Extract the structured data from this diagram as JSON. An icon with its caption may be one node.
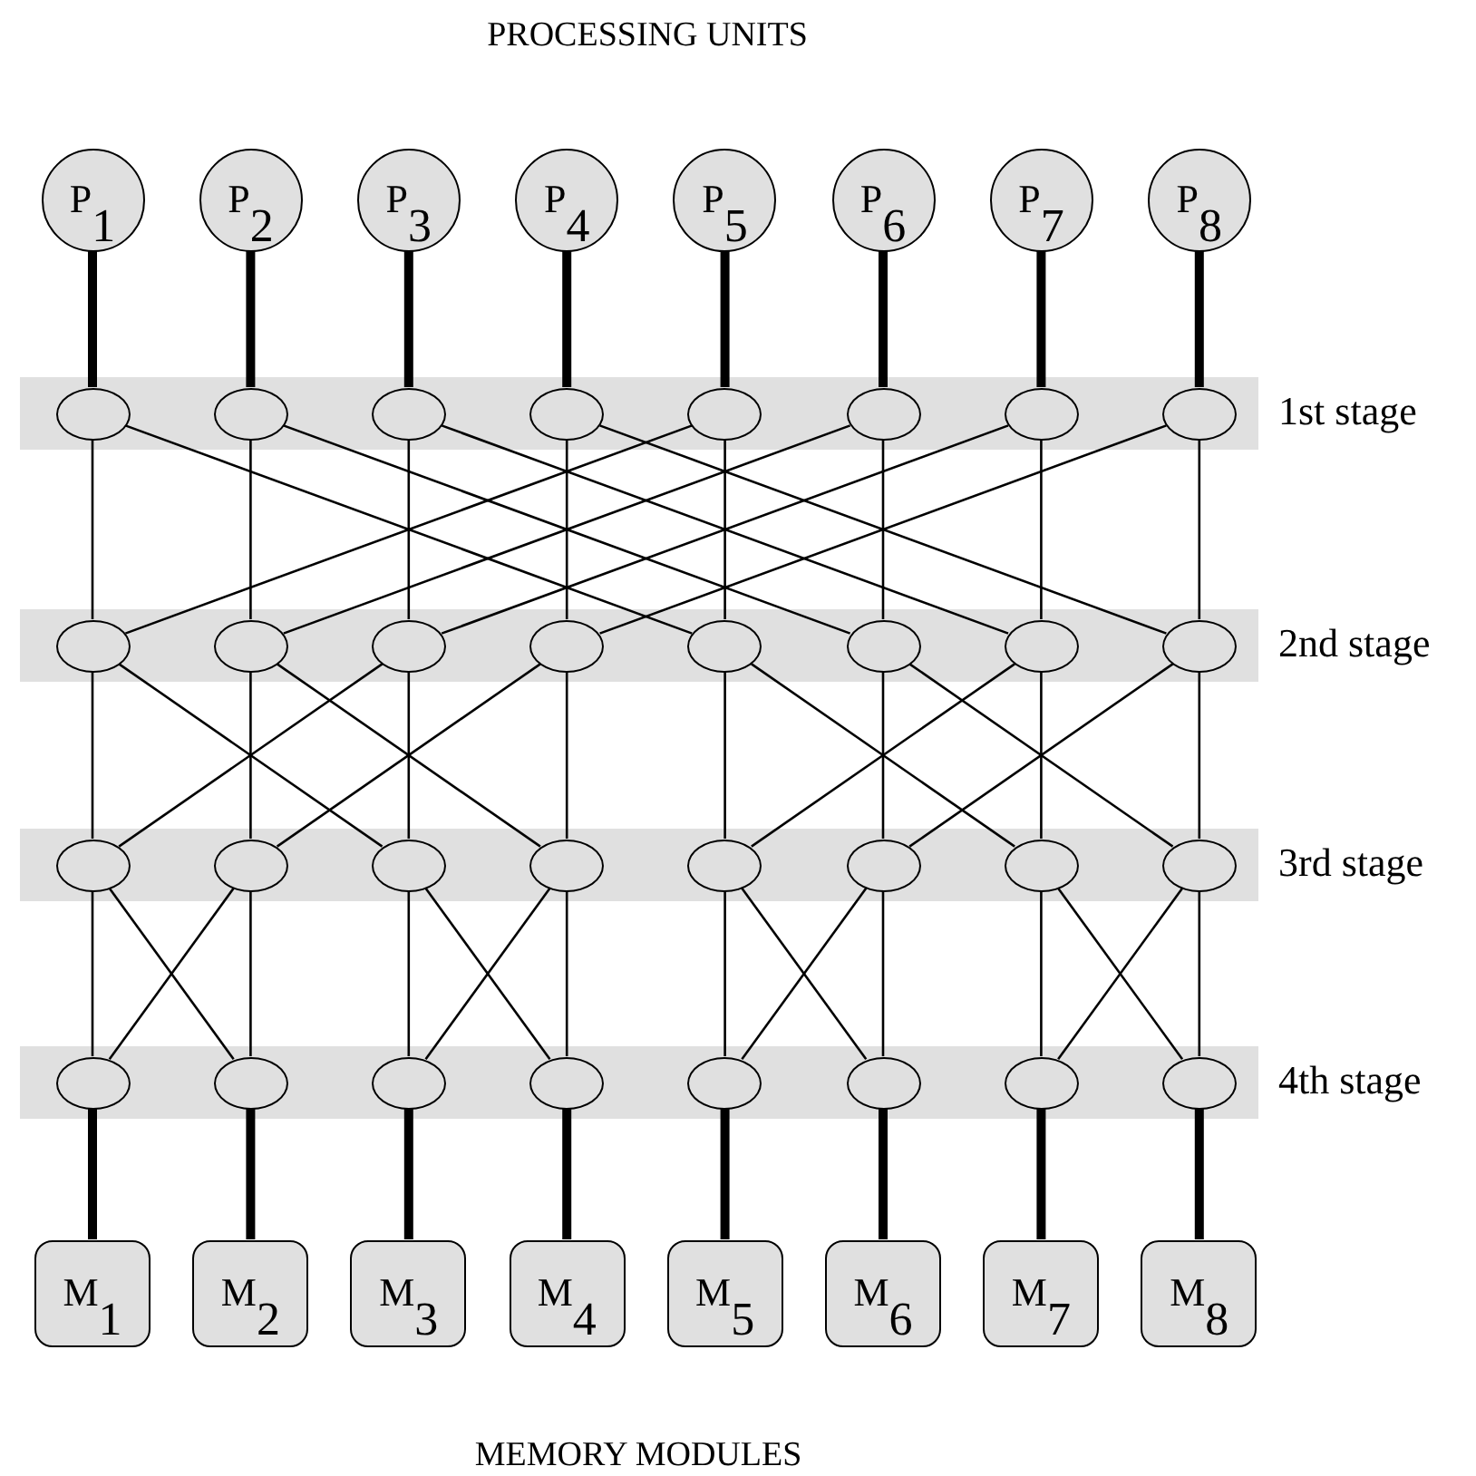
{
  "diagram": {
    "title": "PROCESSING UNITS",
    "caption": "MEMORY MODULES",
    "nodes": [
      {
        "text": [
          "P$_{1}$"
        ]
      },
      {
        "text": [
          "P$_{2}$"
        ]
      },
      {
        "text": [
          "P$_{3}$"
        ]
      },
      {
        "text": [
          "P$_{4}$"
        ]
      },
      {
        "text": [
          "P$_{5}$"
        ]
      },
      {
        "text": [
          "P$_{6}$"
        ]
      },
      {
        "text": [
          "P$_{7}$"
        ]
      },
      {
        "text": [
          "P$_{8}$"
        ]
      },
      {
        "text": [
          "1st stage"
        ]
      },
      {
        "text": [],
        "shape": "circle",
        "in": 8
      },
      {
        "text": [],
        "shape": "circle",
        "in": 8
      },
      {
        "text": [],
        "shape": "circle",
        "in": 8
      },
      {
        "text": [],
        "shape": "circle",
        "in": 8
      },
      {
        "text": [],
        "shape": "circle",
        "in": 8
      },
      {
        "text": [],
        "shape": "circle",
        "in": 8
      },
      {
        "text": [],
        "shape": "circle",
        "in": 8
      },
      {
        "text": [],
        "shape": "circle",
        "in": 8
      },
      {
        "text": [
          "2nd stage"
        ]
      },
      {
        "text": [],
        "shape": "circle",
        "in": 17
      },
      {
        "text": [],
        "shape": "circle",
        "in": 17
      },
      {
        "text": [],
        "shape": "circle",
        "in": 17
      },
      {
        "text": [],
        "shape": "circle",
        "in": 17
      },
      {
        "text": [],
        "shape": "circle",
        "in": 17
      },
      {
        "text": [],
        "shape": "circle",
        "in": 17
      },
      {
        "text": [],
        "shape": "circle",
        "in": 17
      },
      {
        "text": [],
        "shape": "circle",
        "in": 17
      },
      {
        "text": [
          "3rd stage"
        ]
      },
      {
        "text": [],
        "shape": "circle",
        "in": 26
      },
      {
        "text": [],
        "shape": "circle",
        "in": 26
      },
      {
        "text": [],
        "shape": "circle",
        "in": 26
      },
      {
        "text": [],
        "shape": "circle",
        "in": 26
      },
      {
        "text": [],
        "shape": "circle",
        "in": 26
      },
      {
        "text": [],
        "shape": "circle",
        "in": 26
      },
      {
        "text": [],
        "shape": "circle",
        "in": 26
      },
      {
        "text": [],
        "shape": "circle",
        "in": 26
      },
      {
        "text": [
          "4th stage"
        ]
      },
      {
        "text": [],
        "shape": "circle",
        "in": 35
      },
      {
        "text": [],
        "shape": "circle",
        "in": 35
      },
      {
        "text": [],
        "shape": "circle",
        "in": 35
      },
      {
        "text": [],
        "shape": "circle",
        "in": 35
      },
      {
        "text": [],
        "shape": "circle",
        "in": 35
      },
      {
        "text": [],
        "shape": "circle",
        "in": 35
      },
      {
        "text": [],
        "shape": "circle",
        "in": 35
      },
      {
        "text": [],
        "shape": "circle",
        "in": 35
      },
      {
        "text": [
          "M$_{1}$"
        ]
      },
      {
        "text": [
          "M$_{2}$"
        ]
      },
      {
        "text": [
          "M$_{3}$"
        ]
      },
      {
        "text": [
          "M$_{4}$"
        ]
      },
      {
        "text": [
          "M$_{5}$"
        ]
      },
      {
        "text": [
          "M$_{6}$"
        ]
      },
      {
        "text": [
          "M$_{7}$"
        ]
      },
      {
        "text": [
          "M$_{8}$"
        ]
      }
    ],
    "edges": [
      {
        "from": 0,
        "to": 9,
        "arrow": "none",
        "style": "thick"
      },
      {
        "from": 1,
        "to": 10,
        "arrow": "none",
        "style": "thick"
      },
      {
        "from": 2,
        "to": 11,
        "arrow": "none",
        "style": "thick"
      },
      {
        "from": 3,
        "to": 12,
        "arrow": "none",
        "style": "thick"
      },
      {
        "from": 4,
        "to": 13,
        "arrow": "none",
        "style": "thick"
      },
      {
        "from": 5,
        "to": 14,
        "arrow": "none",
        "style": "thick"
      },
      {
        "from": 6,
        "to": 15,
        "arrow": "none",
        "style": "thick"
      },
      {
        "from": 7,
        "to": 16,
        "arrow": "none",
        "style": "thick"
      },
      {
        "from": 9,
        "to": 18,
        "arrow": "none"
      },
      {
        "from": 9,
        "to": 22,
        "arrow": "none"
      },
      {
        "from": 10,
        "to": 19,
        "arrow": "none"
      },
      {
        "from": 10,
        "to": 23,
        "arrow": "none"
      },
      {
        "from": 11,
        "to": 20,
        "arrow": "none"
      },
      {
        "from": 11,
        "to": 24,
        "arrow": "none"
      },
      {
        "from": 12,
        "to": 21,
        "arrow": "none"
      },
      {
        "from": 12,
        "to": 25,
        "arrow": "none"
      },
      {
        "from": 13,
        "to": 22,
        "arrow": "none"
      },
      {
        "from": 13,
        "to": 18,
        "arrow": "none"
      },
      {
        "from": 14,
        "to": 23,
        "arrow": "none"
      },
      {
        "from": 14,
        "to": 19,
        "arrow": "none"
      },
      {
        "from": 15,
        "to": 24,
        "arrow": "none"
      },
      {
        "from": 15,
        "to": 20,
        "arrow": "none"
      },
      {
        "from": 16,
        "to": 25,
        "arrow": "none"
      },
      {
        "from": 16,
        "to": 21,
        "arrow": "none"
      },
      {
        "from": 18,
        "to": 27,
        "arrow": "none"
      },
      {
        "from": 18,
        "to": 29,
        "arrow": "none"
      },
      {
        "from": 19,
        "to": 28,
        "arrow": "none"
      },
      {
        "from": 19,
        "to": 30,
        "arrow": "none"
      },
      {
        "from": 20,
        "to": 29,
        "arrow": "none"
      },
      {
        "from": 20,
        "to": 27,
        "arrow": "none"
      },
      {
        "from": 21,
        "to": 30,
        "arrow": "none"
      },
      {
        "from": 21,
        "to": 28,
        "arrow": "none"
      },
      {
        "from": 22,
        "to": 31,
        "arrow": "none"
      },
      {
        "from": 22,
        "to": 33,
        "arrow": "none"
      },
      {
        "from": 23,
        "to": 32,
        "arrow": "none"
      },
      {
        "from": 23,
        "to": 34,
        "arrow": "none"
      },
      {
        "from": 24,
        "to": 33,
        "arrow": "none"
      },
      {
        "from": 24,
        "to": 31,
        "arrow": "none"
      },
      {
        "from": 25,
        "to": 34,
        "arrow": "none"
      },
      {
        "from": 25,
        "to": 32,
        "arrow": "none"
      },
      {
        "from": 27,
        "to": 36,
        "arrow": "none"
      },
      {
        "from": 27,
        "to": 37,
        "arrow": "none"
      },
      {
        "from": 28,
        "to": 37,
        "arrow": "none"
      },
      {
        "from": 28,
        "to": 36,
        "arrow": "none"
      },
      {
        "from": 29,
        "to": 38,
        "arrow": "none"
      },
      {
        "from": 29,
        "to": 39,
        "arrow": "none"
      },
      {
        "from": 30,
        "to": 39,
        "arrow": "none"
      },
      {
        "from": 30,
        "to": 38,
        "arrow": "none"
      },
      {
        "from": 31,
        "to": 40,
        "arrow": "none"
      },
      {
        "from": 31,
        "to": 41,
        "arrow": "none"
      },
      {
        "from": 32,
        "to": 41,
        "arrow": "none"
      },
      {
        "from": 32,
        "to": 40,
        "arrow": "none"
      },
      {
        "from": 33,
        "to": 42,
        "arrow": "none"
      },
      {
        "from": 33,
        "to": 43,
        "arrow": "none"
      },
      {
        "from": 34,
        "to": 43,
        "arrow": "none"
      },
      {
        "from": 34,
        "to": 42,
        "arrow": "none"
      },
      {
        "from": 36,
        "to": 44,
        "arrow": "none",
        "style": "thick"
      },
      {
        "from": 37,
        "to": 45,
        "arrow": "none",
        "style": "thick"
      },
      {
        "from": 38,
        "to": 46,
        "arrow": "none",
        "style": "thick"
      },
      {
        "from": 39,
        "to": 47,
        "arrow": "none",
        "style": "thick"
      },
      {
        "from": 40,
        "to": 48,
        "arrow": "none",
        "style": "thick"
      },
      {
        "from": 41,
        "to": 49,
        "arrow": "none",
        "style": "thick"
      },
      {
        "from": 42,
        "to": 50,
        "arrow": "none",
        "style": "thick"
      },
      {
        "from": 43,
        "to": 51,
        "arrow": "none",
        "style": "thick"
      }
    ]
  }
}
